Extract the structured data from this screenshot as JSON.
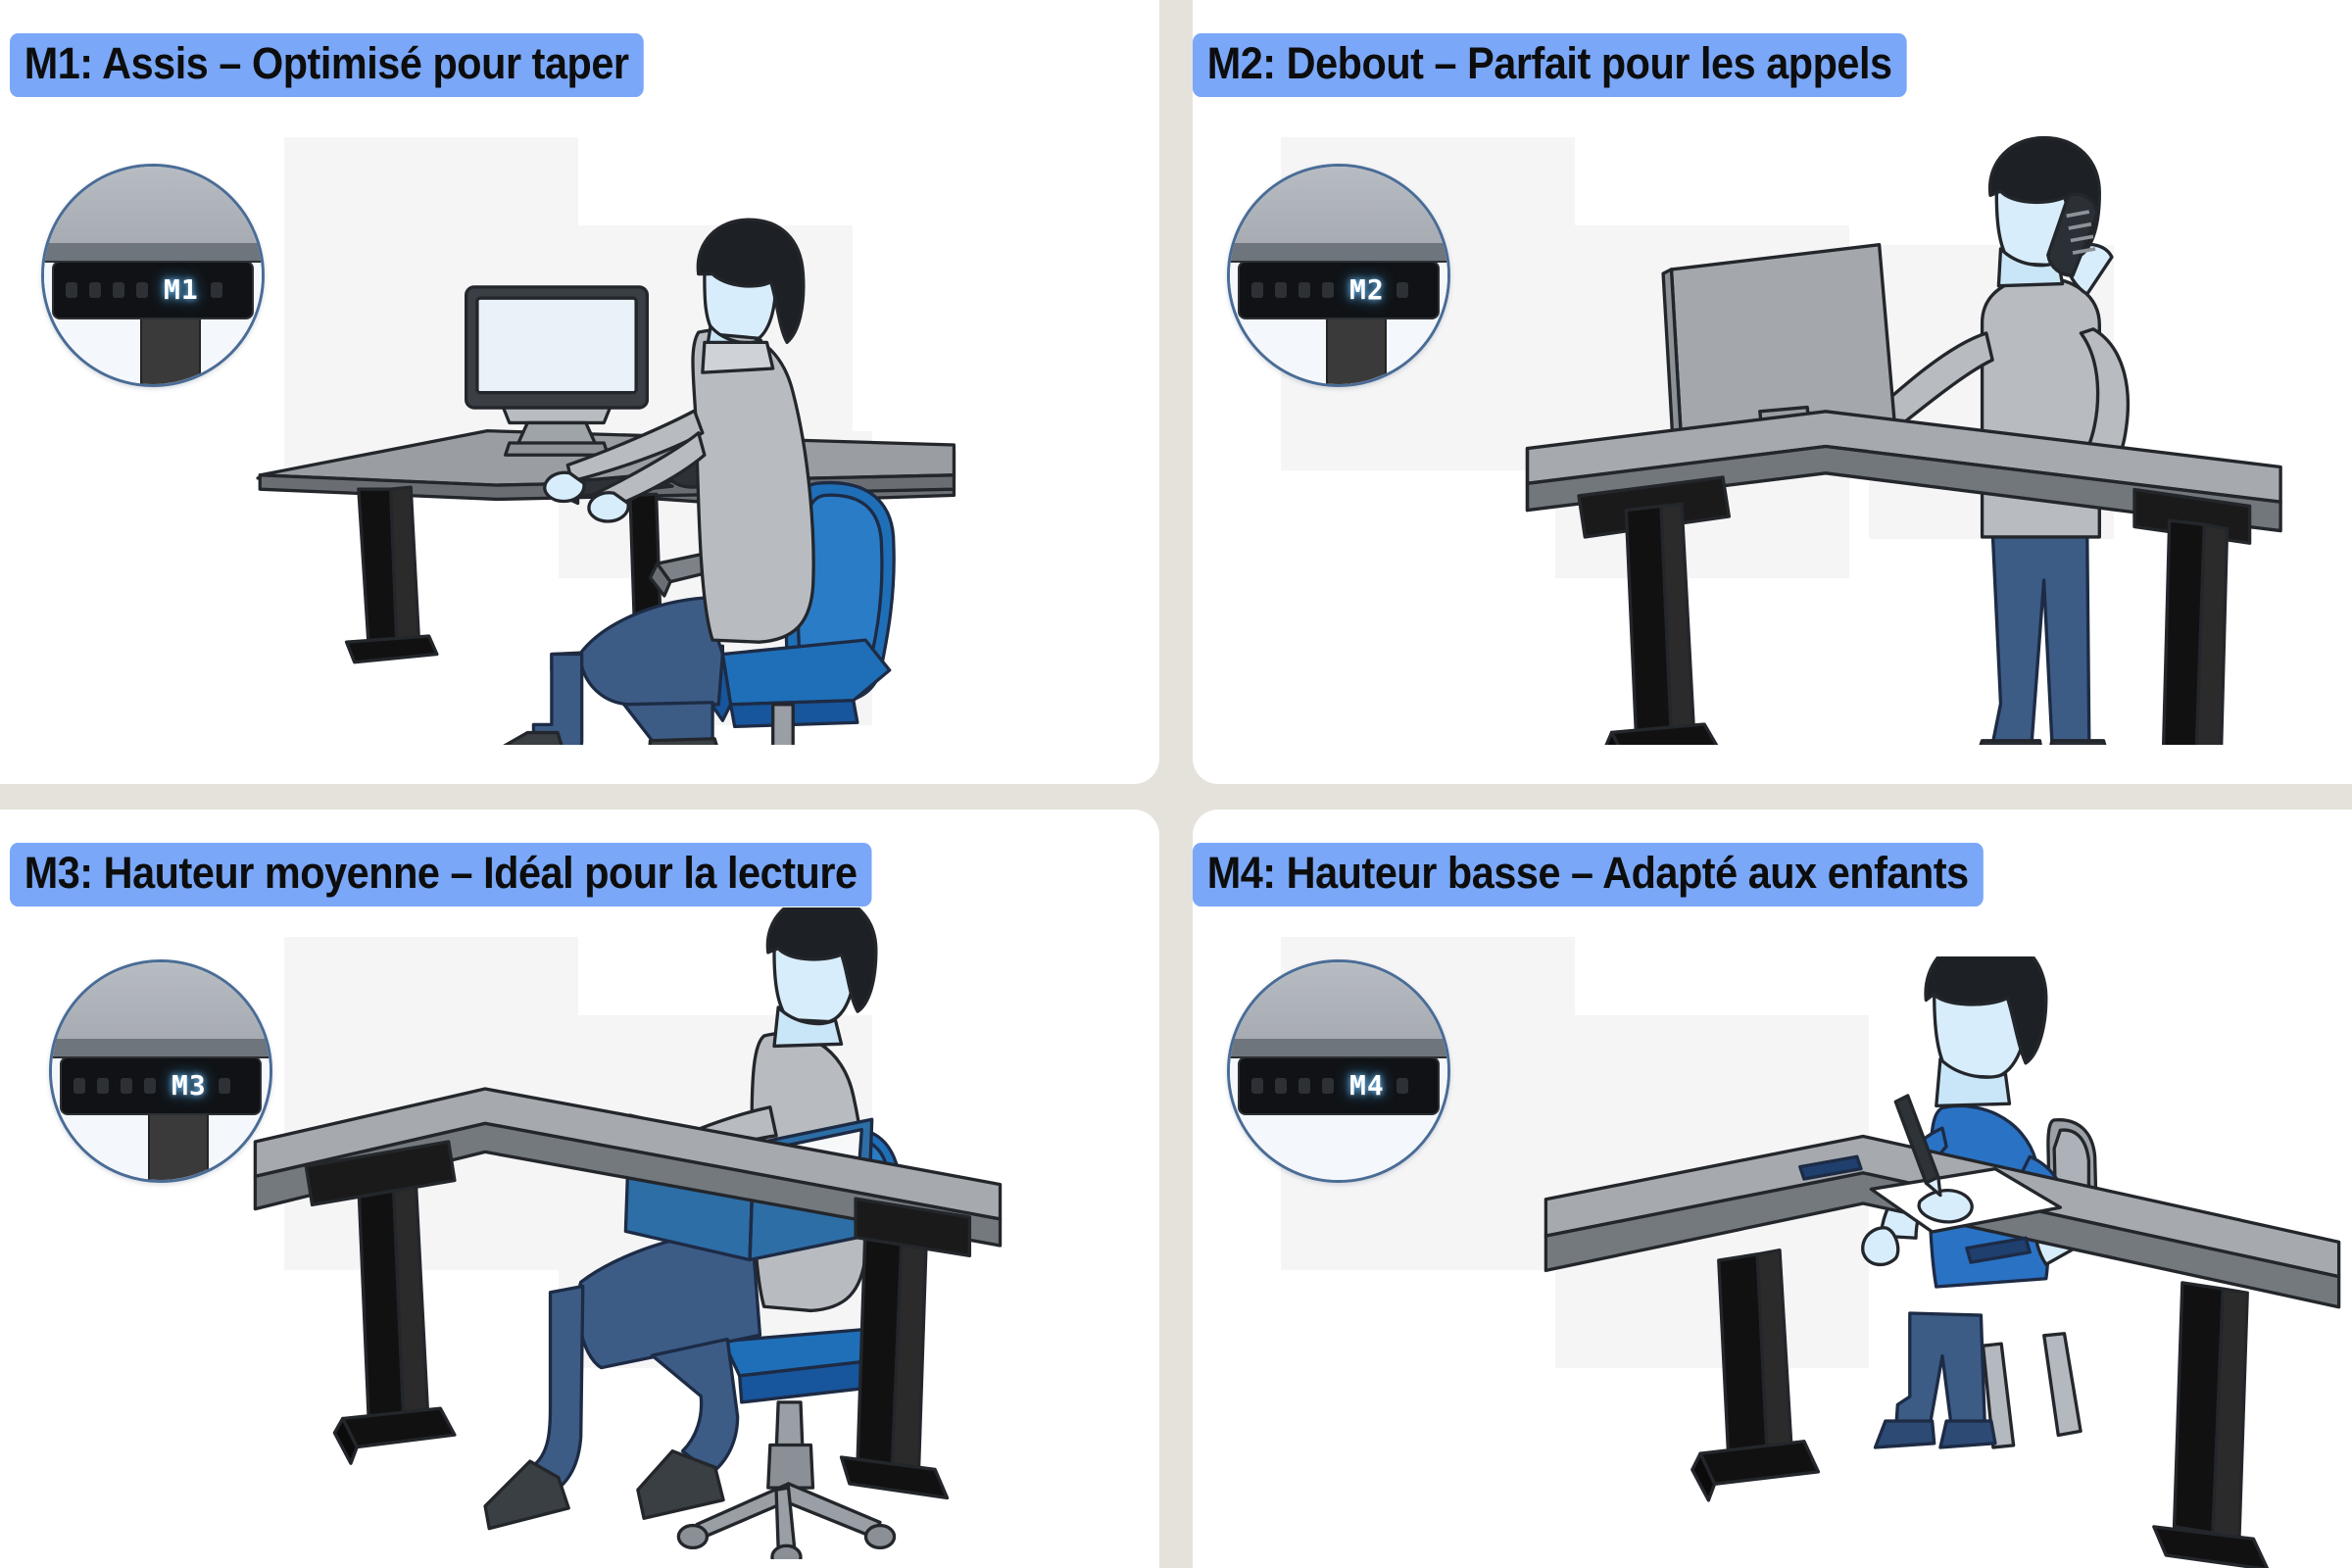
{
  "page": {
    "background_color": "#e5e2dc",
    "panel_color": "#ffffff",
    "title_pill_color": "#7aa7f7",
    "title_text_color": "#0d0d0d"
  },
  "panels": [
    {
      "id": "m1",
      "title": "M1: Assis – Optimisé pour taper",
      "memory_label": "M1",
      "inset_name": "desk-controller-closeup-m1",
      "scene_name": "seated-person-typing-at-desk",
      "control_panel": {
        "display_value": "M1",
        "button_count": 5,
        "display_color": "#ffffff",
        "glow_color": "#7fc9ff",
        "panel_color": "#101215"
      }
    },
    {
      "id": "m2",
      "title": "M2: Debout – Parfait pour les appels",
      "memory_label": "M2",
      "inset_name": "desk-controller-closeup-m2",
      "scene_name": "standing-person-on-phone-at-desk",
      "control_panel": {
        "display_value": "M2",
        "button_count": 5,
        "display_color": "#ffffff",
        "glow_color": "#7fc9ff",
        "panel_color": "#101215"
      }
    },
    {
      "id": "m3",
      "title": "M3: Hauteur moyenne – Idéal pour la lecture",
      "memory_label": "M3",
      "inset_name": "desk-controller-closeup-m3",
      "scene_name": "seated-person-reading-book-at-desk",
      "control_panel": {
        "display_value": "M3",
        "button_count": 5,
        "display_color": "#ffffff",
        "glow_color": "#7fc9ff",
        "panel_color": "#101215"
      }
    },
    {
      "id": "m4",
      "title": "M4: Hauteur basse – Adapté aux enfants",
      "memory_label": "M4",
      "inset_name": "desk-controller-closeup-m4",
      "scene_name": "child-drawing-at-low-desk",
      "control_panel": {
        "display_value": "M4",
        "button_count": 5,
        "display_color": "#ffffff",
        "glow_color": "#7fc9ff",
        "panel_color": "#101215"
      }
    }
  ],
  "palette": {
    "desk_top": "#8d9196",
    "desk_top_light": "#a9adb2",
    "desk_frame": "#191919",
    "chair_blue": "#1f6fb8",
    "chair_blue_dark": "#17559c",
    "jeans_blue": "#3c5c86",
    "shirt_gray": "#b8bcc0",
    "skin": "#d7edfb",
    "hair": "#1d2024",
    "shoe": "#3a3f44",
    "monitor_screen": "#e8f2f8",
    "kid_shirt": "#2a72c4",
    "paper": "#ffffff",
    "outline": "#23262b"
  }
}
